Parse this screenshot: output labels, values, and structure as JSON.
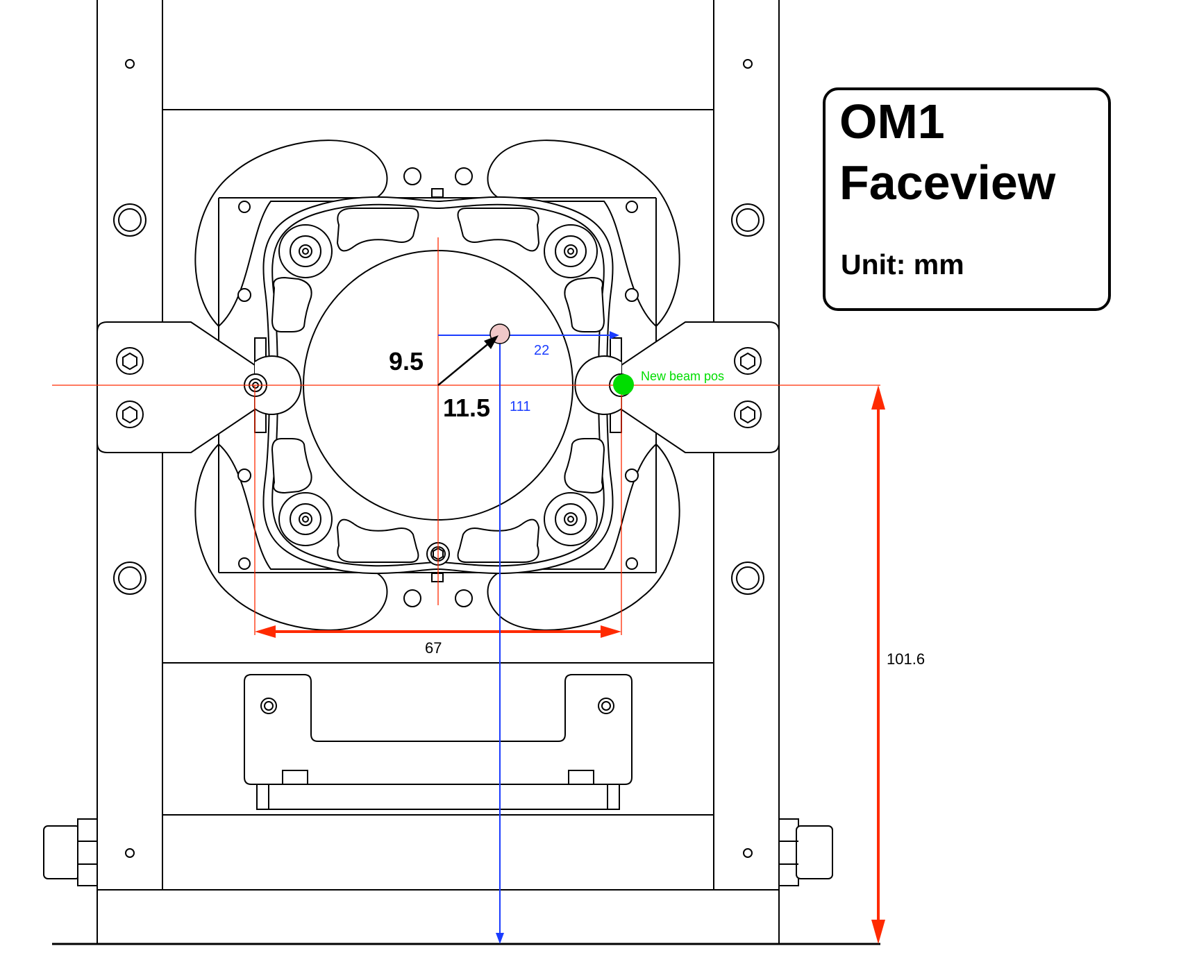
{
  "title": {
    "line1": "OM1",
    "line2": "Faceview",
    "unit": "Unit: mm"
  },
  "dimensions": {
    "radius_a": "9.5",
    "radius_b": "11.5",
    "horizontal_offset": "22",
    "vertical_height": "111",
    "width": "67",
    "beam_height": "101.6"
  },
  "annotation": {
    "new_beam": "New beam pos"
  },
  "colors": {
    "dimension_red": "#ff2a00",
    "dimension_blue": "#1a3cff",
    "new_beam_green": "#00dd00",
    "original_beam_pink": "#f0c8c8"
  }
}
